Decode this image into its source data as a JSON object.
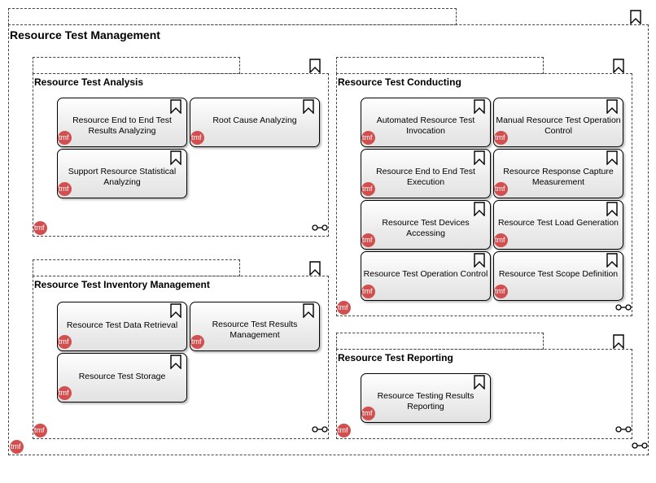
{
  "main": {
    "title": "Resource Test Management",
    "tmf": "tmf"
  },
  "analysis": {
    "title": "Resource Test Analysis",
    "items": [
      "Resource End to End Test Results Analyzing",
      "Root Cause Analyzing",
      "Support Resource Statistical Analyzing"
    ]
  },
  "inventory": {
    "title": "Resource Test Inventory Management",
    "items": [
      "Resource Test Data Retrieval",
      "Resource Test Results Management",
      "Resource Test Storage"
    ]
  },
  "conducting": {
    "title": "Resource Test Conducting",
    "items": [
      "Automated Resource Test Invocation",
      "Manual Resource Test Operation Control",
      "Resource End to End Test Execution",
      "Resource Response Capture Measurement",
      "Resource Test Devices Accessing",
      "Resource Test Load Generation",
      "Resource Test Operation Control",
      "Resource Test Scope Definition"
    ]
  },
  "reporting": {
    "title": "Resource Test Reporting",
    "items": [
      "Resource Testing Results Reporting"
    ]
  },
  "colors": {
    "tmf_badge": "#d24f4f",
    "border": "#444444"
  },
  "icons": {
    "group": "bookmark-icon",
    "link": "chain-link-icon",
    "badge": "tmf-logo-icon"
  }
}
